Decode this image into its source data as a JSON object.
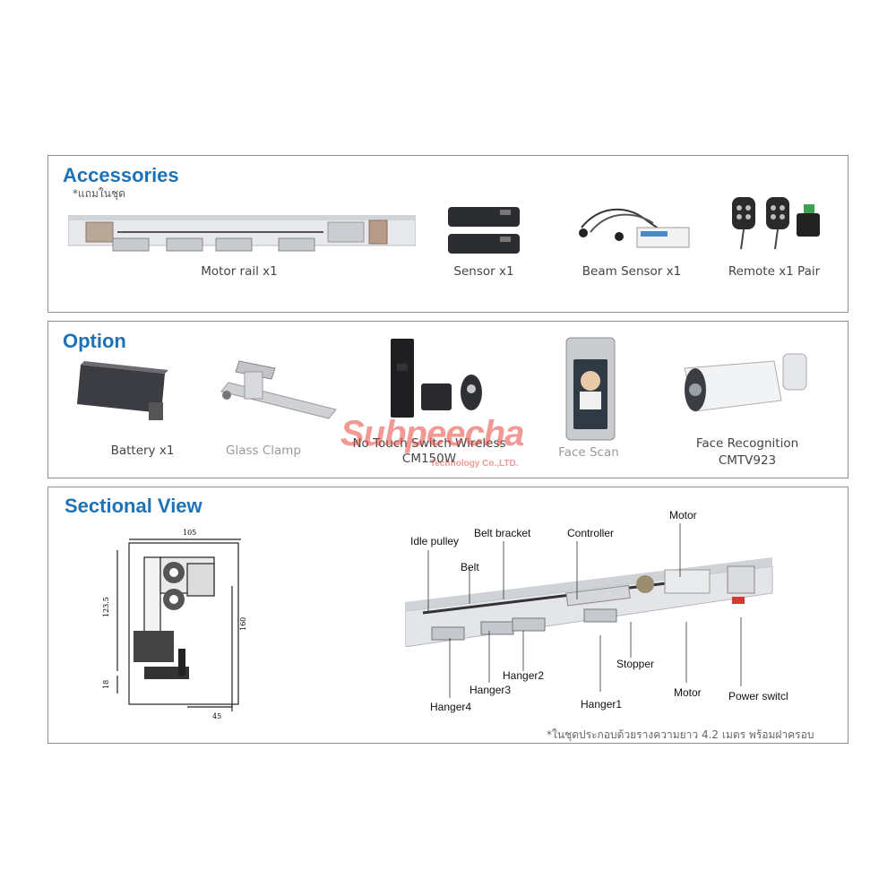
{
  "accessories": {
    "title": "Accessories",
    "note": "*แถมในชุด",
    "items": [
      {
        "label": "Motor rail x1"
      },
      {
        "label": "Sensor x1"
      },
      {
        "label": "Beam Sensor x1"
      },
      {
        "label": "Remote x1 Pair"
      }
    ]
  },
  "option": {
    "title": "Option",
    "items": [
      {
        "label": "Battery x1"
      },
      {
        "label": "Glass Clamp"
      },
      {
        "label": "No Touch Switch Wireless",
        "label2": "CM150W"
      },
      {
        "label": "Face Scan"
      },
      {
        "label": "Face Recognition",
        "label2": "CMTV923"
      }
    ]
  },
  "sectional": {
    "title": "Sectional View",
    "dimensions": {
      "width_top": "105",
      "height_left": "123.5",
      "height_right": "160",
      "bottom_left": "18",
      "bottom_width": "45"
    },
    "parts": {
      "idle_pulley": "Idle pulley",
      "belt_bracket": "Belt bracket",
      "controller": "Controller",
      "motor_top": "Motor",
      "belt": "Belt",
      "hanger4": "Hanger4",
      "hanger3": "Hanger3",
      "hanger2": "Hanger2",
      "hanger1": "Hanger1",
      "stopper": "Stopper",
      "motor_bottom": "Motor",
      "power_switch": "Power switcl"
    },
    "footnote": "*ในชุดประกอบด้วยรางความยาว 4.2 เมตร พร้อมฝาครอบ"
  },
  "watermark": {
    "brand": "Subpeecha",
    "sub": "Technology Co.,LTD."
  },
  "colors": {
    "title_blue": "#1e73b8",
    "border": "#8f8f8f",
    "watermark_red": "#e6463c"
  }
}
